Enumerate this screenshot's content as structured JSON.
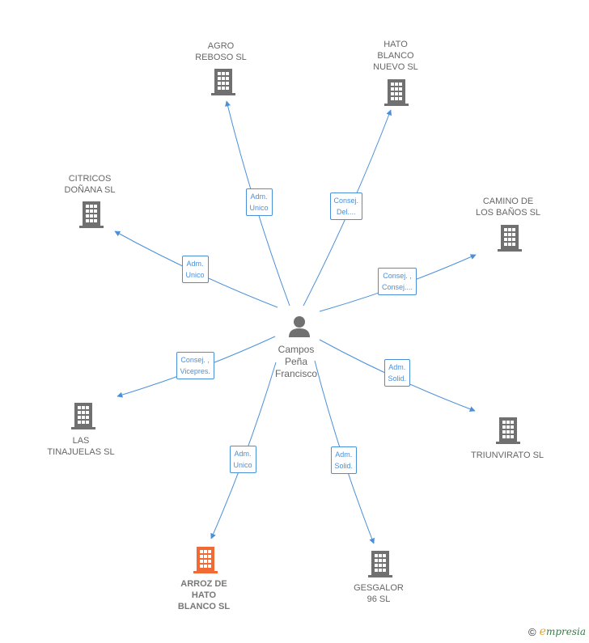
{
  "colors": {
    "edge": "#4a90d9",
    "building": "#707070",
    "building_highlight": "#f06a35",
    "person": "#707070"
  },
  "center": {
    "label": "Campos\nPeña\nFrancisco",
    "icon": "person-icon"
  },
  "nodes": [
    {
      "id": "agro",
      "label": "AGRO\nREBOSO SL",
      "role": "Adm.\nUnico",
      "icon": "building-icon",
      "highlight": false
    },
    {
      "id": "hato-nuevo",
      "label": "HATO\nBLANCO\nNUEVO SL",
      "role": "Consej.\nDel....",
      "icon": "building-icon",
      "highlight": false
    },
    {
      "id": "citricos",
      "label": "CITRICOS\nDOÑANA SL",
      "role": "Adm.\nUnico",
      "icon": "building-icon",
      "highlight": false
    },
    {
      "id": "camino",
      "label": "CAMINO DE\nLOS BAÑOS  SL",
      "role": "Consej. ,\nConsej....",
      "icon": "building-icon",
      "highlight": false
    },
    {
      "id": "tinajuelas",
      "label": "LAS\nTINAJUELAS SL",
      "role": "Consej. ,\nVicepres.",
      "icon": "building-icon",
      "highlight": false
    },
    {
      "id": "triunvirato",
      "label": "TRIUNVIRATO SL",
      "role": "Adm.\nSolid.",
      "icon": "building-icon",
      "highlight": false
    },
    {
      "id": "arroz",
      "label": "ARROZ DE\nHATO\nBLANCO SL",
      "role": "Adm.\nUnico",
      "icon": "building-icon",
      "highlight": true
    },
    {
      "id": "gesgalor",
      "label": "GESGALOR\n96 SL",
      "role": "Adm.\nSolid.",
      "icon": "building-icon",
      "highlight": false
    }
  ],
  "footer": {
    "copyright_symbol": "©",
    "brand_initial": "e",
    "brand_rest": "mpresia"
  }
}
